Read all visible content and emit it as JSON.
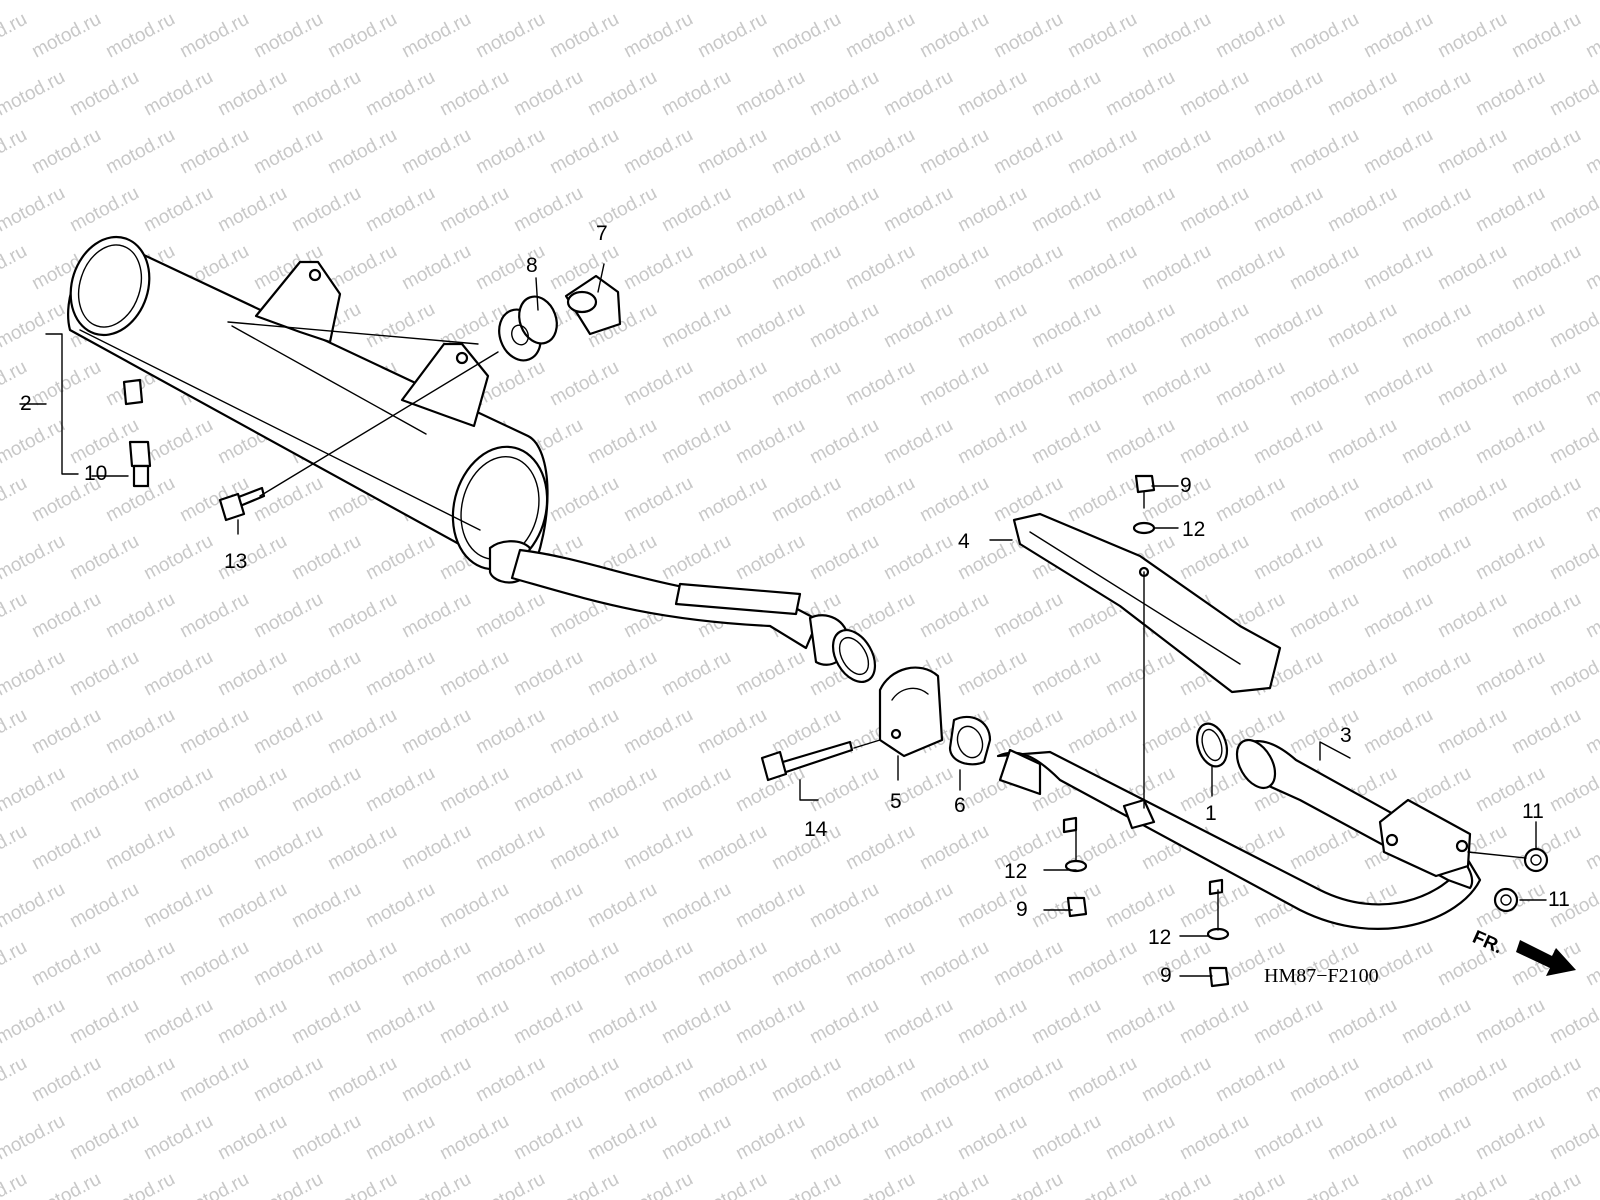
{
  "watermark": "motod.ru",
  "figure_code": "HM87−F2100",
  "direction_label": "FR.",
  "callouts": {
    "c1": "1",
    "c2": "2",
    "c3": "3",
    "c4": "4",
    "c5": "5",
    "c6": "6",
    "c7": "7",
    "c8": "8",
    "c9a": "9",
    "c9b": "9",
    "c9c": "9",
    "c10": "10",
    "c11a": "11",
    "c11b": "11",
    "c12a": "12",
    "c12b": "12",
    "c12c": "12",
    "c13": "13",
    "c14": "14"
  },
  "colors": {
    "line": "#000000",
    "background": "#ffffff",
    "watermark": "#c8c8c8"
  }
}
